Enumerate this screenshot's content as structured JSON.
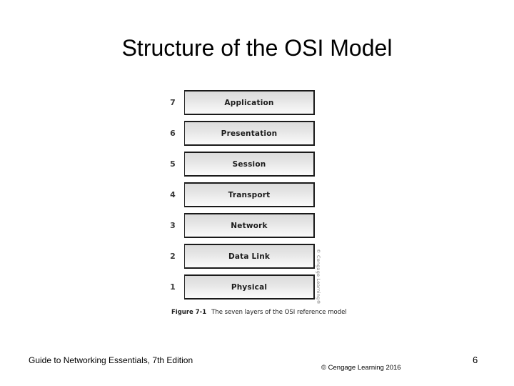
{
  "slide": {
    "title": "Structure of the OSI Model",
    "background_color": "#ffffff"
  },
  "figure": {
    "caption_number": "Figure 7-1",
    "caption_text": "The seven layers of the OSI reference model",
    "side_credit": "© Cengage Learning®",
    "box_border_color": "#1a1a1a",
    "box_fill_top": "#dcdcdc",
    "box_fill_bottom": "#fafafa",
    "layers": [
      {
        "number": "7",
        "label": "Application"
      },
      {
        "number": "6",
        "label": "Presentation"
      },
      {
        "number": "5",
        "label": "Session"
      },
      {
        "number": "4",
        "label": "Transport"
      },
      {
        "number": "3",
        "label": "Network"
      },
      {
        "number": "2",
        "label": "Data Link"
      },
      {
        "number": "1",
        "label": "Physical"
      }
    ]
  },
  "footer": {
    "left_text": "Guide to Networking Essentials, 7th Edition",
    "center_text": "© Cengage Learning  2016",
    "page_number": "6"
  }
}
